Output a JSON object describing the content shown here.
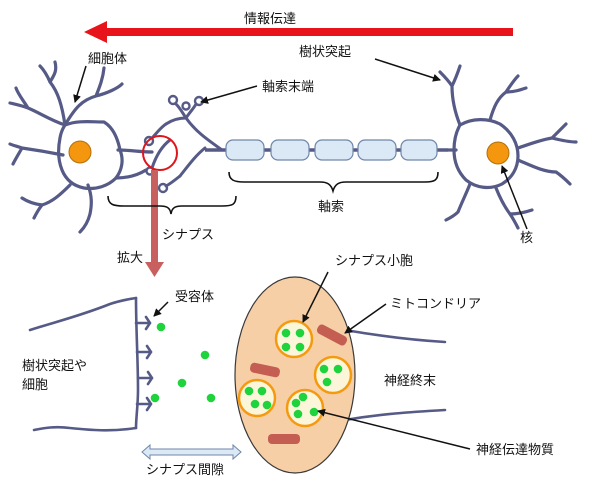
{
  "labels": {
    "info_flow": "情報伝達",
    "cell_body": "細胞体",
    "dendrite": "樹状突起",
    "axon_terminal": "軸索末端",
    "axon": "軸索",
    "synapse": "シナプス",
    "nucleus": "核",
    "magnify": "拡大",
    "receptor": "受容体",
    "dendrite_or_cell_line1": "樹状突起や",
    "dendrite_or_cell_line2": "細胞",
    "synaptic_vesicle": "シナプス小胞",
    "mitochondria": "ミトコンドリア",
    "nerve_terminal": "神経終末",
    "neurotransmitter": "神経伝達物質",
    "synaptic_cleft": "シナプス間隙"
  },
  "colors": {
    "flow_arrow": "#e8141b",
    "neuron_stroke": "#565a86",
    "soma_nucleus": "#f5960f",
    "myelin_fill": "#dbe8f5",
    "myelin_stroke": "#6f87a8",
    "highlight_circle": "#e0141b",
    "magnify_arrow": "#c8605f",
    "terminal_fill": "#f6cfa6",
    "terminal_stroke": "#3a3a3a",
    "vesicle_fill": "#fbf6d9",
    "vesicle_stroke": "#f59a0f",
    "transmitter_dot": "#1fd33c",
    "mitochondria_fill": "#c45d52",
    "cleft_arrow_fill": "#dbe8f5"
  }
}
